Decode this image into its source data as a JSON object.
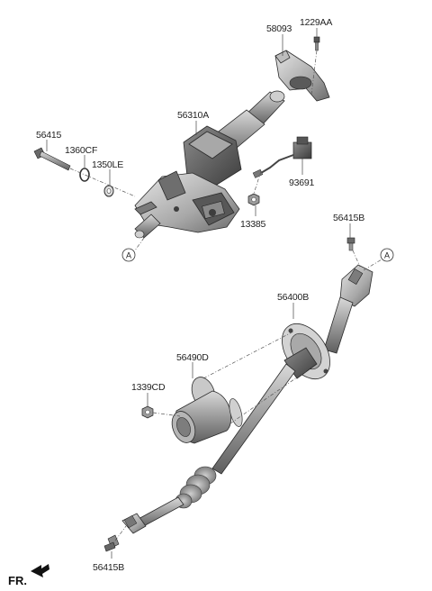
{
  "diagram": {
    "parts": [
      {
        "id": "p1229AA",
        "label": "1229AA"
      },
      {
        "id": "p58093",
        "label": "58093"
      },
      {
        "id": "p56310A",
        "label": "56310A"
      },
      {
        "id": "p56415",
        "label": "56415"
      },
      {
        "id": "p1360CF",
        "label": "1360CF"
      },
      {
        "id": "p1350LE",
        "label": "1350LE"
      },
      {
        "id": "p93691",
        "label": "93691"
      },
      {
        "id": "p13385",
        "label": "13385"
      },
      {
        "id": "p56415B_top",
        "label": "56415B"
      },
      {
        "id": "p56400B",
        "label": "56400B"
      },
      {
        "id": "p56490D",
        "label": "56490D"
      },
      {
        "id": "p1339CD",
        "label": "1339CD"
      },
      {
        "id": "p56415B_bottom",
        "label": "56415B"
      }
    ],
    "reference_marks": [
      "A",
      "A"
    ],
    "front_indicator": "FR."
  }
}
